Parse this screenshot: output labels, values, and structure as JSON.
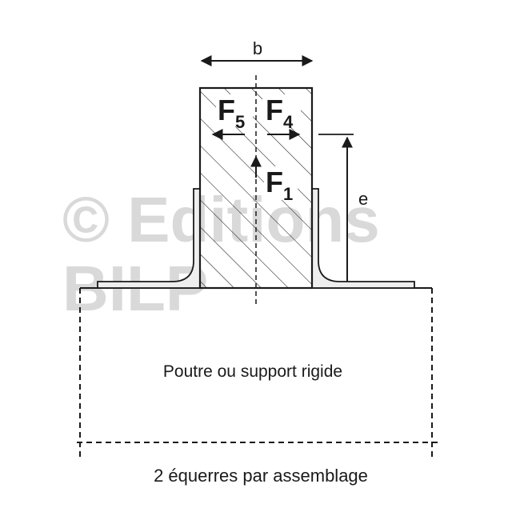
{
  "dimensions": {
    "width_label": "b",
    "height_label": "e"
  },
  "forces": {
    "f5": {
      "letter": "F",
      "subscript": "5"
    },
    "f4": {
      "letter": "F",
      "subscript": "4"
    },
    "f1": {
      "letter": "F",
      "subscript": "1"
    }
  },
  "labels": {
    "support": "Poutre ou support rigide",
    "caption": "2 équerres par assemblage"
  },
  "watermark": {
    "line1": "© Editions",
    "line2": "BILP"
  },
  "colors": {
    "stroke": "#1a1a1a",
    "fill_light": "#eeeeee",
    "watermark": "#d9d9d9"
  }
}
